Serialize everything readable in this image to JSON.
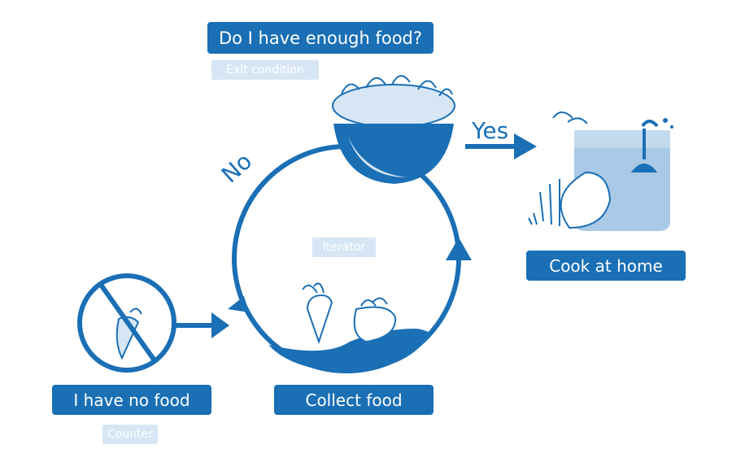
{
  "diagram": {
    "question": "Do I have enough food?",
    "exit_tag": "Exit condition",
    "yes_label": "Yes",
    "no_label": "No",
    "iterator_tag": "Iterator",
    "cook_label": "Cook at home",
    "collect_label": "Collect food",
    "no_food_label": "I have no food",
    "counter_tag": "Counter"
  },
  "colors": {
    "primary": "#1a6fb5",
    "light": "#d6e6f4",
    "mid": "#a9c9e6"
  }
}
